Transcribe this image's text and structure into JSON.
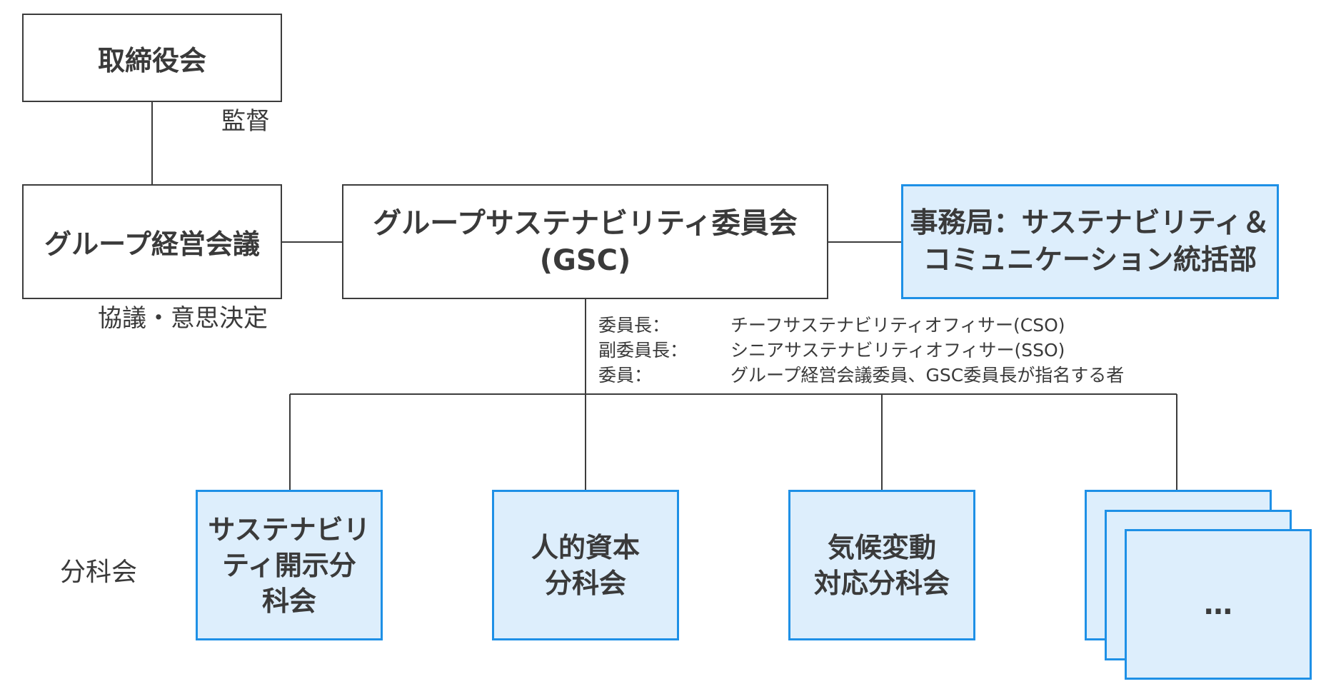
{
  "boxes": {
    "board": "取締役会",
    "group_mgmt": "グループ経営会議",
    "gsc": "グループサステナビリティ委員会\n(GSC)",
    "secretariat": "事務局：サステナビリティ＆\nコミュニケーション統括部"
  },
  "labels": {
    "supervise": "監督",
    "deliberation": "協議・意思決定",
    "subcommittee": "分科会"
  },
  "members": [
    {
      "role": "委員長：",
      "desc": "チーフサステナビリティオフィサー(CSO)"
    },
    {
      "role": "副委員長：",
      "desc": "シニアサステナビリティオフィサー(SSO)"
    },
    {
      "role": "委員：",
      "desc": "グループ経営会議委員、GSC委員長が指名する者"
    }
  ],
  "subcommittees": [
    "サステナビリ\nティ開示分\n科会",
    "人的資本\n分科会",
    "気候変動\n対応分科会",
    "…"
  ],
  "colors": {
    "line": "#3c3c3c",
    "blue_border": "#1e90e6",
    "blue_fill": "#ddeefc"
  }
}
